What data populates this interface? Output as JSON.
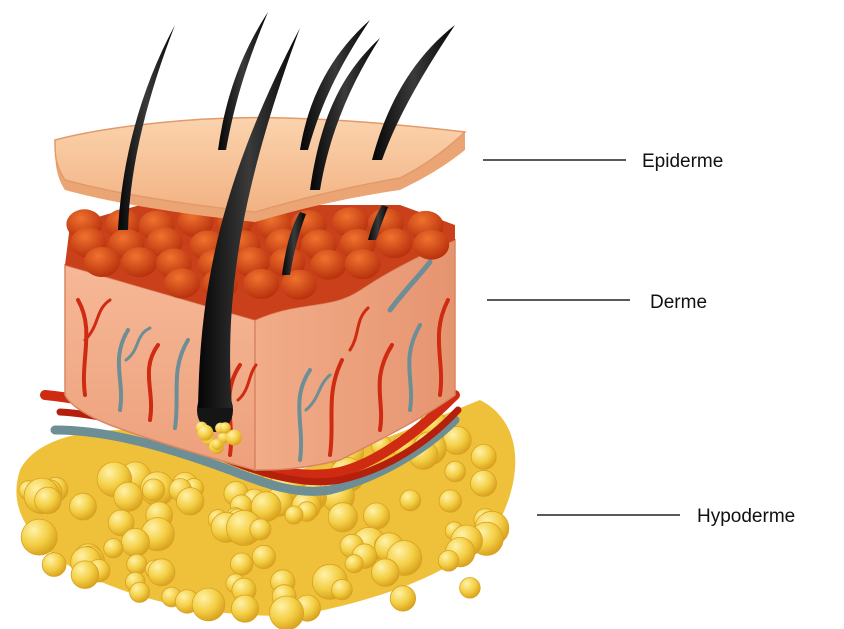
{
  "labels": [
    {
      "text": "Epiderme"
    },
    {
      "text": "Derme"
    },
    {
      "text": "Hypoderme"
    }
  ],
  "colors": {
    "epidermis": "#f5bf92",
    "epidermis_edge": "#e29a68",
    "dermis": "#f2aa86",
    "dermis_top": "#d9491c",
    "fat": "#f4cf45",
    "fat_edge": "#d8a21f",
    "artery": "#cf2a12",
    "vein": "#6d8e95",
    "hair": "#151515",
    "leader": "#222222"
  },
  "icons": [
    "skin-cross-section-illustration",
    "hair-strand",
    "blood-vessel",
    "fat-lobule"
  ]
}
